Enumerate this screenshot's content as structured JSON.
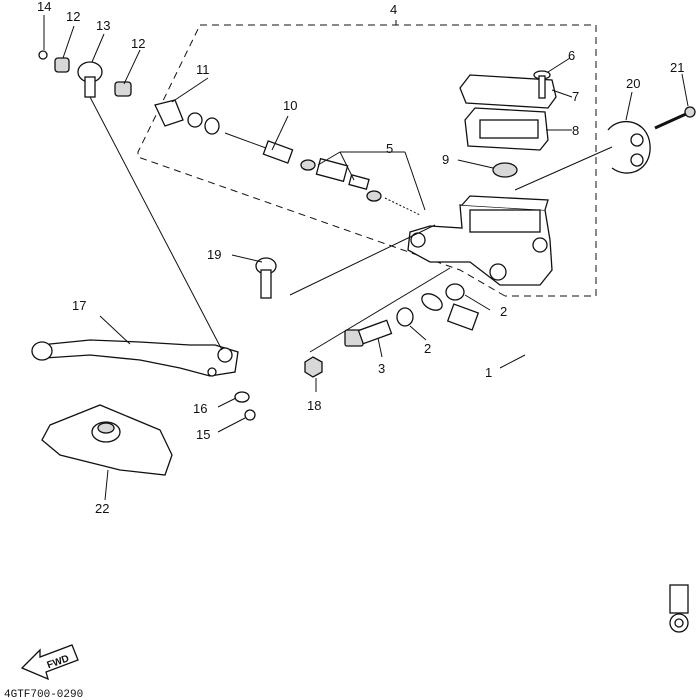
{
  "diagram": {
    "code": "4GTF700-0290",
    "fwd_label": "FWD",
    "callouts": {
      "c1": "1",
      "c2a": "2",
      "c2b": "2",
      "c3": "3",
      "c4": "4",
      "c5": "5",
      "c6": "6",
      "c7": "7",
      "c8": "8",
      "c9": "9",
      "c10": "10",
      "c11": "11",
      "c12a": "12",
      "c12b": "12",
      "c13": "13",
      "c14": "14",
      "c15": "15",
      "c16": "16",
      "c17": "17",
      "c18": "18",
      "c19": "19",
      "c20": "20",
      "c21": "21",
      "c22": "22"
    }
  }
}
